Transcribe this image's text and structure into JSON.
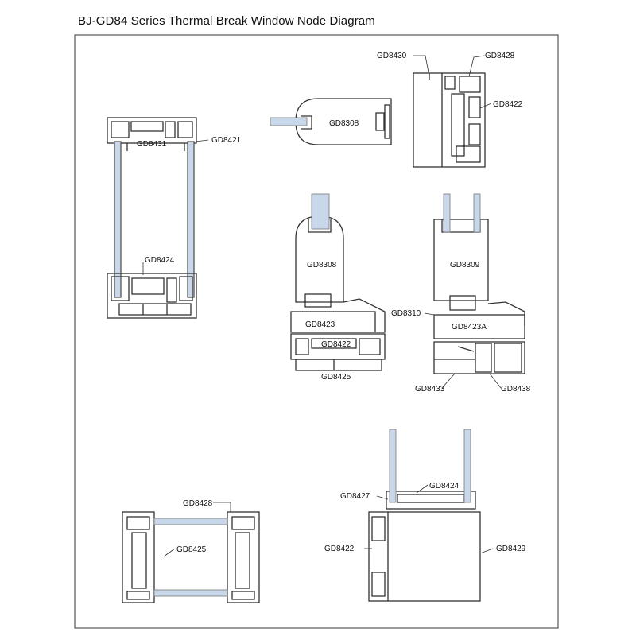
{
  "title": "BJ-GD84 Series Thermal Break Window Node Diagram",
  "labels": {
    "gd8430": "GD8430",
    "gd8428_top": "GD8428",
    "gd8422_top": "GD8422",
    "gd8308_top": "GD8308",
    "gd8431": "GD8431",
    "gd8421": "GD8421",
    "gd8424_left": "GD8424",
    "gd8308_mid": "GD8308",
    "gd8423": "GD8423",
    "gd8422_mid": "GD8422",
    "gd8425_mid": "GD8425",
    "gd8309": "GD8309",
    "gd8310": "GD8310",
    "gd8423a": "GD8423A",
    "gd8433": "GD8433",
    "gd8438": "GD8438",
    "gd8428_bot": "GD8428",
    "gd8425_bot": "GD8425",
    "gd8427": "GD8427",
    "gd8424_bot": "GD8424",
    "gd8422_bot": "GD8422",
    "gd8429": "GD8429"
  },
  "colors": {
    "line": "#333333",
    "glass": "#c9d7ea",
    "border": "#666666"
  }
}
